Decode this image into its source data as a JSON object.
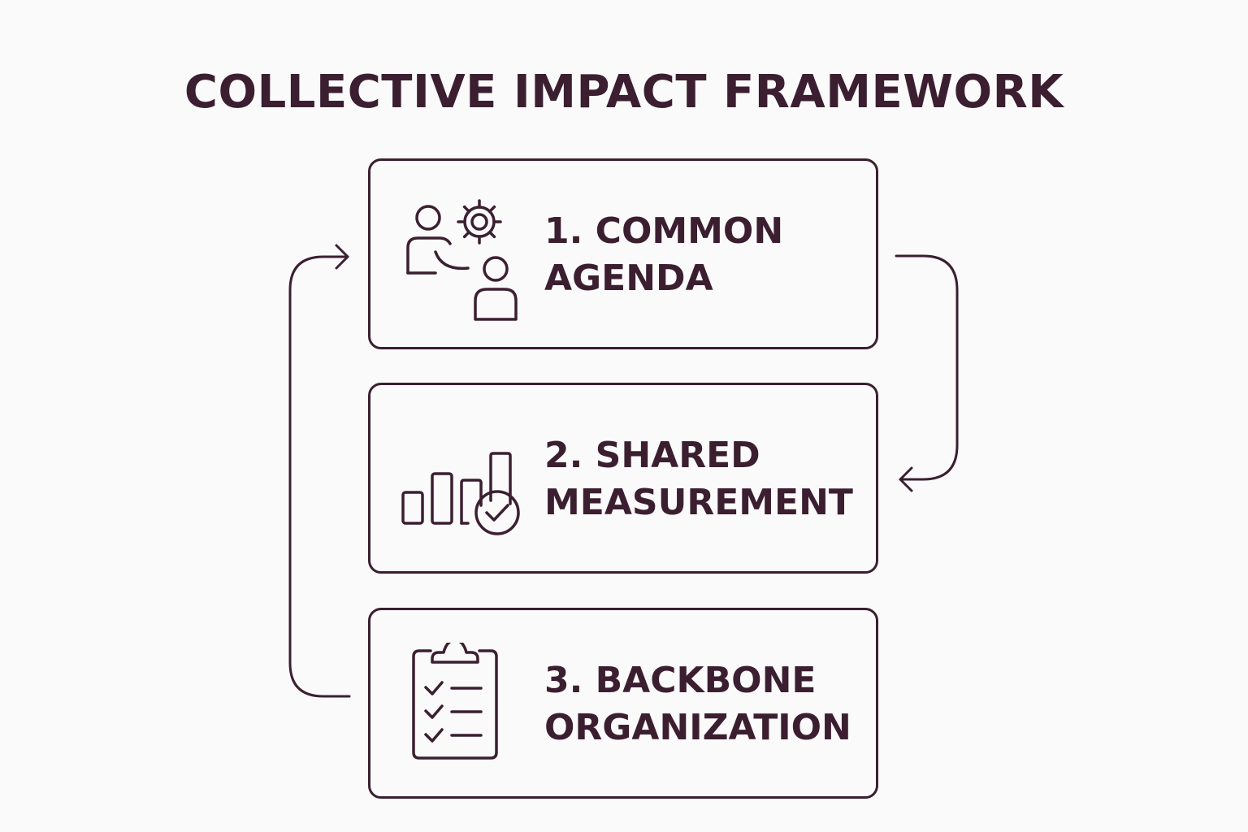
{
  "title": "COLLECTIVE IMPACT FRAMEWORK",
  "colors": {
    "ink": "#3b1f31",
    "background": "#fbfafa"
  },
  "steps": [
    {
      "line1": "1. COMMON",
      "line2": "AGENDA",
      "icon": "people-gear-icon"
    },
    {
      "line1": "2. SHARED",
      "line2": "MEASUREMENT",
      "icon": "bar-chart-check-icon"
    },
    {
      "line1": "3. BACKBONE",
      "line2": "ORGANIZATION",
      "icon": "clipboard-checklist-icon"
    }
  ]
}
